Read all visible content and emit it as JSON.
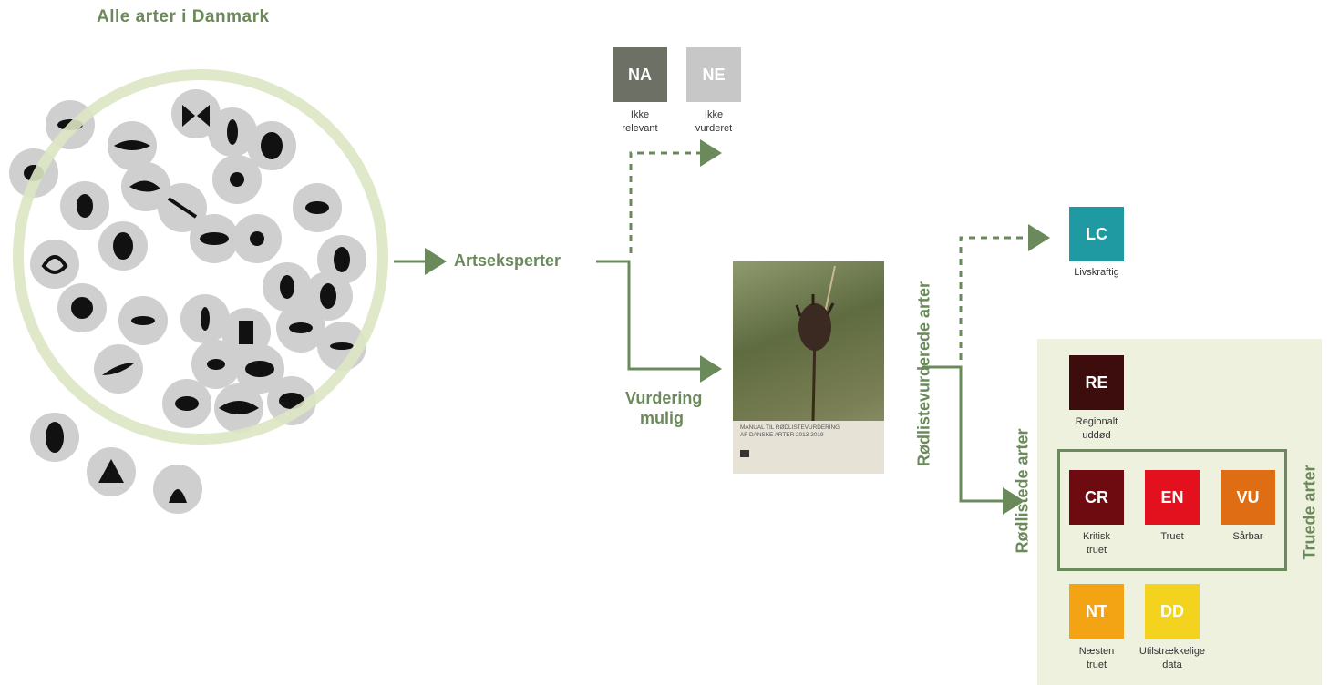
{
  "title": "Alle arter i Danmark",
  "experts_label": "Artseksperter",
  "assessment_label_line1": "Vurdering",
  "assessment_label_line2": "mulig",
  "assessed_label": "Rødlistevurderede arter",
  "redlisted_label": "Rødlistede arter",
  "threatened_label": "Truede arter",
  "manual": {
    "line1": "MANUAL TIL RØDLISTEVURDERING",
    "line2": "AF DANSKE ARTER 2013-2019"
  },
  "categories": {
    "NA": {
      "code": "NA",
      "caption_1": "Ikke",
      "caption_2": "relevant",
      "color": "#6d7165"
    },
    "NE": {
      "code": "NE",
      "caption_1": "Ikke",
      "caption_2": "vurderet",
      "color": "#c7c7c7"
    },
    "LC": {
      "code": "LC",
      "caption_1": "Livskraftig",
      "caption_2": "",
      "color": "#1f9aa3"
    },
    "RE": {
      "code": "RE",
      "caption_1": "Regionalt",
      "caption_2": "uddød",
      "color": "#3d0d0d"
    },
    "CR": {
      "code": "CR",
      "caption_1": "Kritisk",
      "caption_2": "truet",
      "color": "#6e0b10"
    },
    "EN": {
      "code": "EN",
      "caption_1": "Truet",
      "caption_2": "",
      "color": "#e3111d"
    },
    "VU": {
      "code": "VU",
      "caption_1": "Sårbar",
      "caption_2": "",
      "color": "#df6d14"
    },
    "NT": {
      "code": "NT",
      "caption_1": "Næsten",
      "caption_2": "truet",
      "color": "#f2a414"
    },
    "DD": {
      "code": "DD",
      "caption_1": "Utilstrækkelige",
      "caption_2": "data",
      "color": "#f4d31f"
    }
  },
  "colors": {
    "accent_green": "#6b8a5b",
    "panel_bg": "#eef1dd"
  }
}
